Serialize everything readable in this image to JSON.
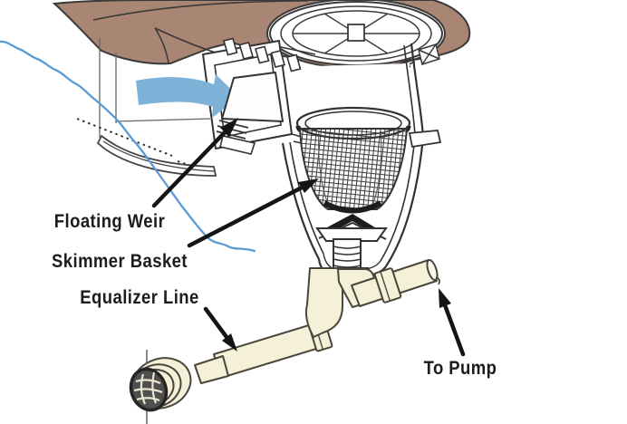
{
  "diagram": {
    "labels": {
      "floating_weir": "Floating Weir",
      "skimmer_basket": "Skimmer Basket",
      "equalizer_line": "Equalizer Line",
      "to_pump": "To Pump"
    },
    "colors": {
      "deck": "#a98573",
      "flow_arrow": "#7fb2d9",
      "water_line": "#5b9bd5",
      "pipe": "#f5f1d9",
      "outline": "#333333",
      "annotation_arrow": "#141414",
      "label_text": "#1c1c1c",
      "background": "#ffffff"
    },
    "icons": {
      "annotation_arrow": "black leader arrow",
      "flow_arrow": "blue water-flow arrow",
      "water_surface": "wavy water line"
    }
  }
}
